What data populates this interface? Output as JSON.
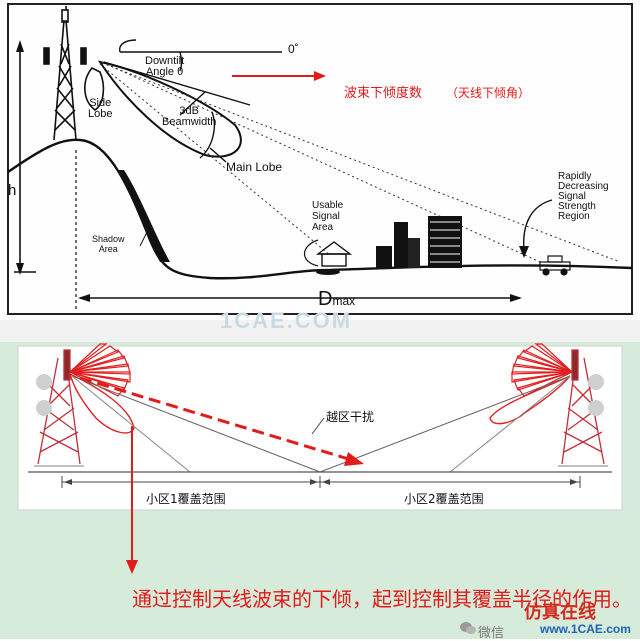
{
  "top": {
    "zero_deg": "0˚",
    "downtilt_angle": "Downtilt\nAngle θ",
    "side_lobe": "Side\nLobe",
    "beamwidth": "3dB\nBeamwidth",
    "main_lobe": "Main Lobe",
    "shadow_area": "Shadow\nArea",
    "usable_signal_area": "Usable\nSignal\nArea",
    "rapidly_decreasing": "Rapidly\nDecreasing\nSignal\nStrength\nRegion",
    "h_label": "h",
    "d_label": "D",
    "d_sub": "max",
    "cn_title": "波束下倾度数",
    "cn_sub": "（天线下倾角）"
  },
  "watermark": "1CAE.COM",
  "bottom": {
    "interference": "越区干扰",
    "cell1": "小区1覆盖范围",
    "cell2": "小区2覆盖范围",
    "caption": "通过控制天线波束的下倾，起到控制其覆盖半径的作用。",
    "logo": "仿真在线",
    "logo_url": "www.1CAE.com",
    "wechat": "微信"
  },
  "colors": {
    "red": "#e21b1b",
    "panel_green": "#d6ebd9",
    "tower_red": "#c0303a"
  }
}
